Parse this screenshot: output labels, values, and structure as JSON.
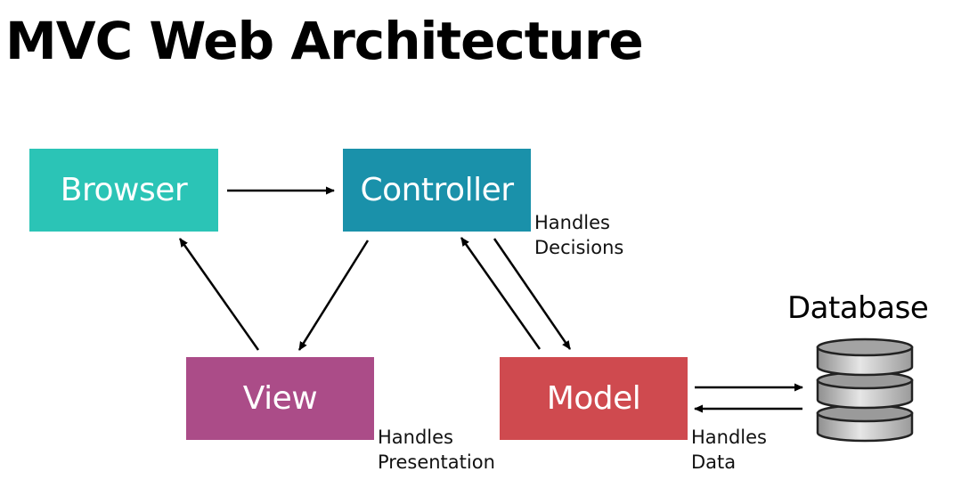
{
  "title": "MVC Web Architecture",
  "nodes": {
    "browser": {
      "label": "Browser",
      "color": "#2bc4b6"
    },
    "controller": {
      "label": "Controller",
      "color": "#1a91aa"
    },
    "view": {
      "label": "View",
      "color": "#ab4c88"
    },
    "model": {
      "label": "Model",
      "color": "#cf4a4f"
    }
  },
  "notes": {
    "controller": {
      "line1": "Handles",
      "line2": "Decisions"
    },
    "view": {
      "line1": "Handles",
      "line2": "Presentation"
    },
    "model": {
      "line1": "Handles",
      "line2": "Data"
    }
  },
  "database": {
    "label": "Database",
    "icon": "database-icon"
  }
}
